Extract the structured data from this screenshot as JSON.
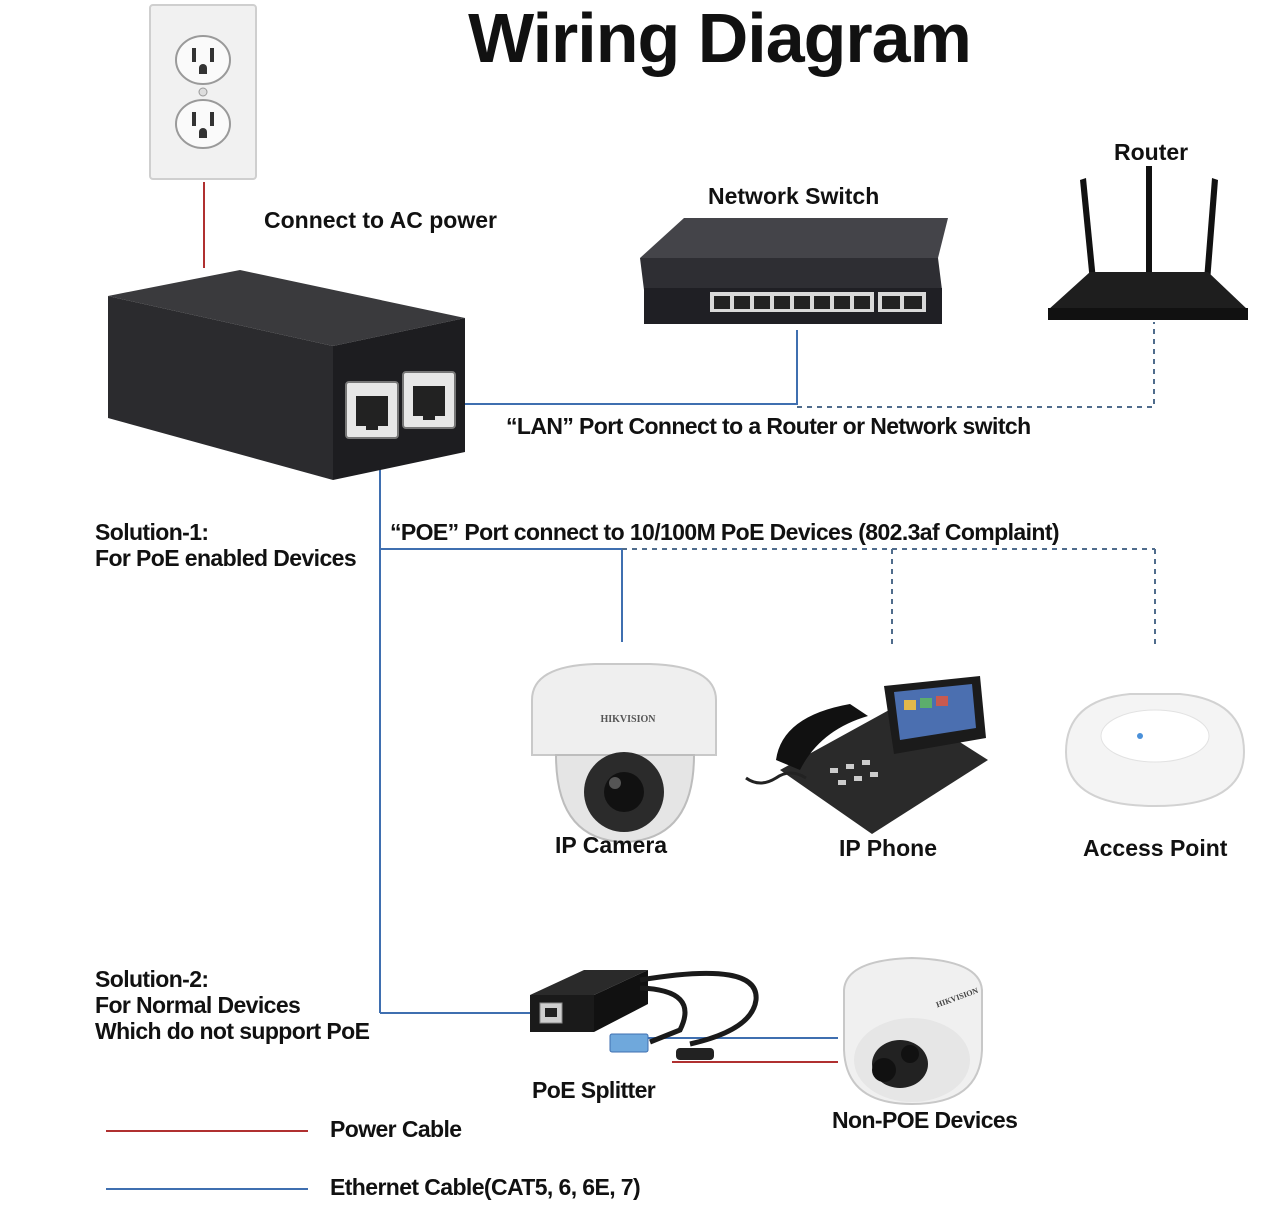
{
  "title": "Wiring Diagram",
  "labels": {
    "ac_power": "Connect to AC power",
    "network_switch": "Network Switch",
    "router": "Router",
    "lan_port": "“LAN” Port Connect to a Router or Network switch",
    "poe_port": "“POE” Port connect to 10/100M PoE Devices (802.3af Complaint)",
    "ip_camera": "IP Camera",
    "ip_phone": "IP Phone",
    "access_point": "Access Point",
    "poe_splitter": "PoE Splitter",
    "non_poe_devices": "Non-POE Devices"
  },
  "solution1": {
    "line1": "Solution-1:",
    "line2": "For PoE enabled Devices"
  },
  "solution2": {
    "line1": "Solution-2:",
    "line2": "For Normal Devices",
    "line3": "Which do not support PoE"
  },
  "device_text": {
    "camera_brand": "HIKVISION",
    "turret_brand": "HIKVISION"
  },
  "legend": {
    "power_cable": "Power Cable",
    "ethernet_cable": "Ethernet Cable(CAT5, 6, 6E, 7)"
  },
  "colors": {
    "power": "#b03030",
    "ethernet": "#3f6fb0",
    "dashed": "#4f6c8c"
  }
}
